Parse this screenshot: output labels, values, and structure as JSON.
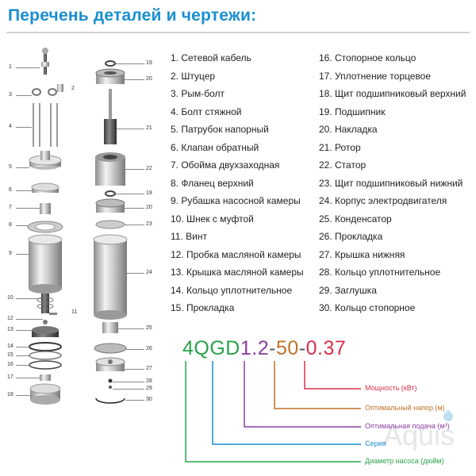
{
  "title": "Перечень деталей и чертежи:",
  "diagram": {
    "left_numbers": [
      "1",
      "2",
      "3",
      "4",
      "5",
      "6",
      "7",
      "8",
      "9",
      "10",
      "11",
      "12",
      "13",
      "14",
      "15",
      "16",
      "17",
      "18"
    ],
    "right_numbers": [
      "19",
      "20",
      "21",
      "22",
      "19",
      "20",
      "23",
      "24",
      "25",
      "26",
      "27",
      "28",
      "29",
      "30"
    ]
  },
  "parts_col1": [
    "1. Сетевой кабель",
    "2. Штуцер",
    "3. Рым-болт",
    "4. Болт стяжной",
    "5. Патрубок напорный",
    "6. Клапан обратный",
    "7. Обойма двухзаходная",
    "8. Фланец верхний",
    "9. Рубашка насосной камеры",
    "10. Шнек с муфтой",
    "11. Винт",
    "12. Пробка масляной камеры",
    "13. Крышка масляной камеры",
    "14. Кольцо уплотнительное",
    "15. Прокладка"
  ],
  "parts_col2": [
    "16. Стопорное кольцо",
    "17. Уплотнение торцевое",
    "18. Щит подшипниковый верхний",
    "19. Подшипник",
    "20. Накладка",
    "21. Ротор",
    "22. Статор",
    "23. Щит подшипниковый нижний",
    "24. Корпус электродвигателя",
    "25. Конденсатор",
    "26. Прокладка",
    "27. Крышка нижняя",
    "28. Кольцо уплотнительное",
    "29. Заглушка",
    "30. Кольцо стопорное"
  ],
  "model_code": {
    "parts": [
      {
        "text": "4QGD",
        "color": "#2aa24a"
      },
      {
        "text": "1.2",
        "color": "#8a3fa0"
      },
      {
        "text": "-",
        "color": "#555555"
      },
      {
        "text": "50",
        "color": "#c0712a"
      },
      {
        "text": "-",
        "color": "#555555"
      },
      {
        "text": "0.37",
        "color": "#d8304a"
      }
    ],
    "labels": {
      "power": "Мощность (кВт)",
      "head": "Оптимальный напор (м)",
      "flow": "Оптимальная подача (м³)",
      "series": "Серия",
      "diameter": "Диаметр насоса (дюйм)"
    },
    "colors": {
      "power": "#d8304a",
      "head": "#c0712a",
      "flow": "#8a3fa0",
      "series": "#1a8fd0",
      "diameter": "#2aa24a"
    }
  },
  "watermark": "Aquis"
}
